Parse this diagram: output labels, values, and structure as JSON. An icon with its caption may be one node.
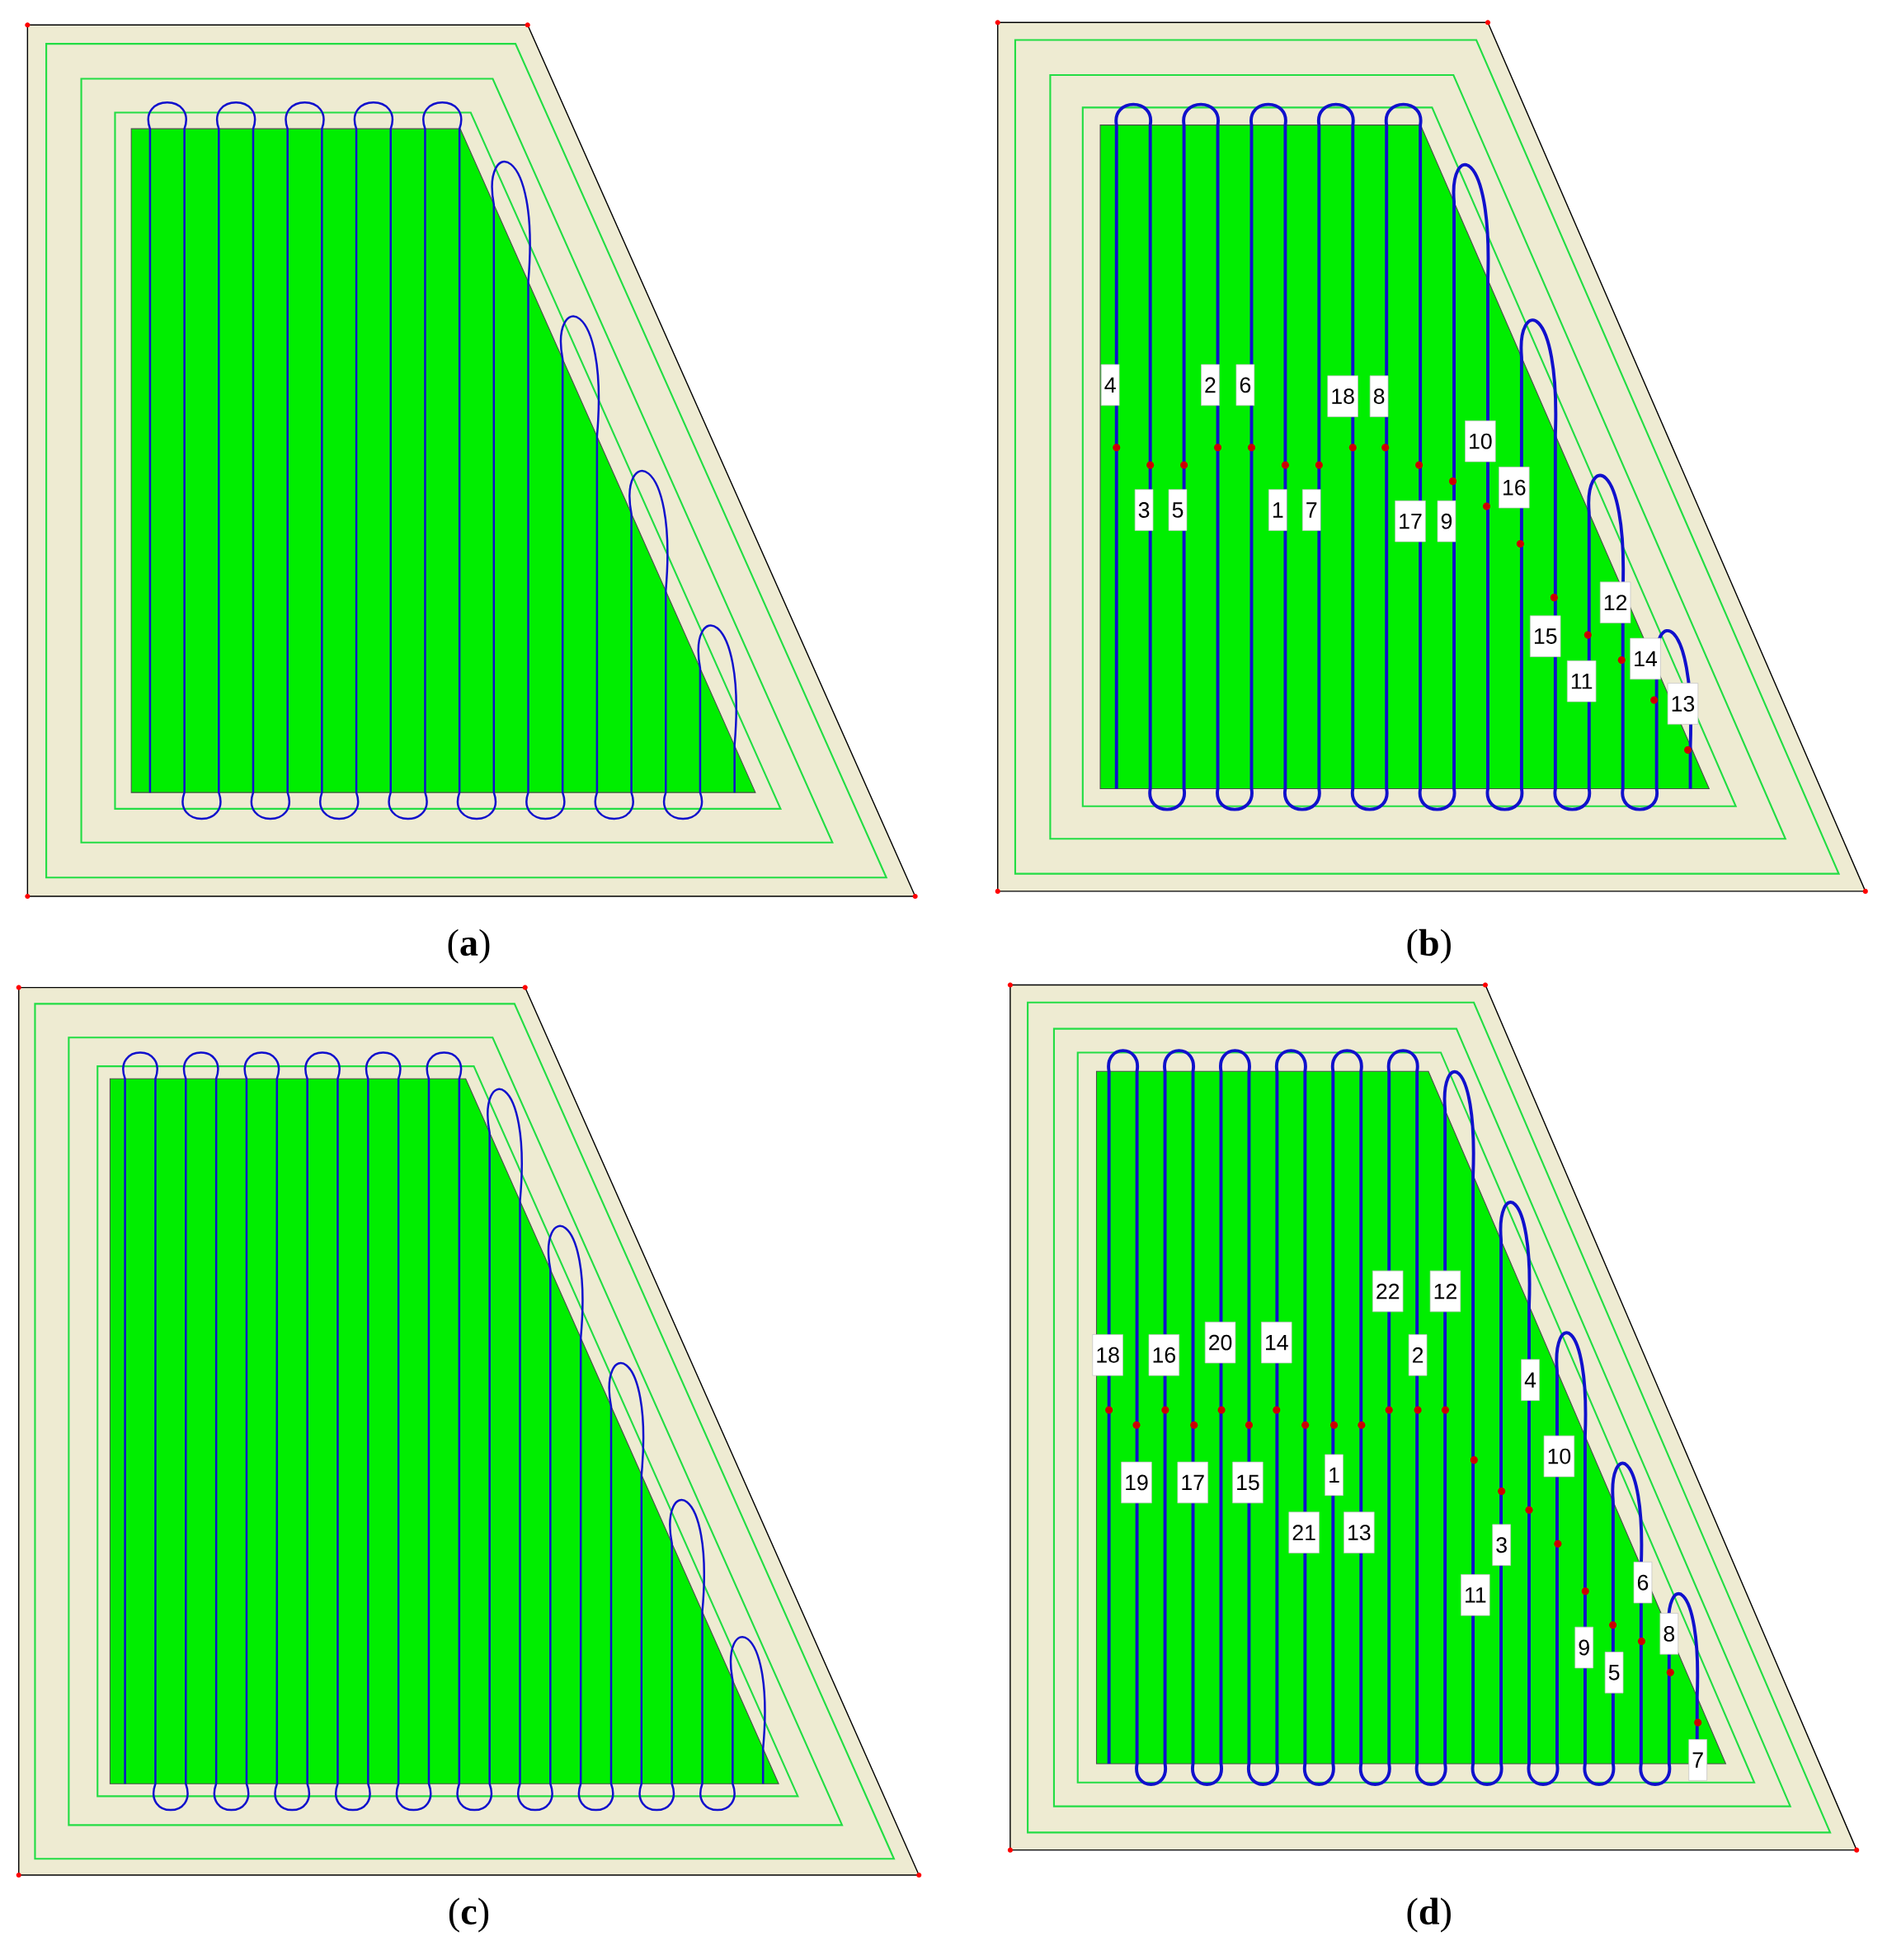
{
  "diagram": {
    "nodes": [
      {
        "text": [
          "4"
        ]
      },
      {
        "text": [
          "2"
        ]
      },
      {
        "text": [
          "6"
        ]
      },
      {
        "text": [
          "18"
        ]
      },
      {
        "text": [
          "8"
        ]
      },
      {
        "text": [
          "10"
        ]
      },
      {
        "text": [
          "16"
        ]
      },
      {
        "text": [
          "3"
        ]
      },
      {
        "text": [
          "5"
        ]
      },
      {
        "text": [
          "1"
        ]
      },
      {
        "text": [
          "7"
        ]
      },
      {
        "text": [
          "17"
        ]
      },
      {
        "text": [
          "9"
        ]
      },
      {
        "text": [
          "12"
        ]
      },
      {
        "text": [
          "15"
        ]
      },
      {
        "text": [
          "14"
        ]
      },
      {
        "text": [
          "11"
        ]
      },
      {
        "text": [
          "13"
        ]
      },
      {
        "text": [
          "22"
        ]
      },
      {
        "text": [
          "12"
        ]
      },
      {
        "text": [
          "18"
        ]
      },
      {
        "text": [
          "16"
        ]
      },
      {
        "text": [
          "20"
        ]
      },
      {
        "text": [
          "14"
        ]
      },
      {
        "text": [
          "2"
        ]
      },
      {
        "text": [
          "4"
        ]
      },
      {
        "text": [
          "10"
        ]
      },
      {
        "text": [
          "19"
        ]
      },
      {
        "text": [
          "17"
        ]
      },
      {
        "text": [
          "15"
        ]
      },
      {
        "text": [
          "1"
        ]
      },
      {
        "text": [
          "21"
        ]
      },
      {
        "text": [
          "13"
        ]
      },
      {
        "text": [
          "3"
        ]
      },
      {
        "text": [
          "11"
        ]
      },
      {
        "text": [
          "6"
        ]
      },
      {
        "text": [
          "8"
        ]
      },
      {
        "text": [
          "9"
        ]
      },
      {
        "text": [
          "5"
        ]
      },
      {
        "text": [
          "7"
        ]
      }
    ],
    "labels": [
      "(**a**)",
      "(**b**)",
      "(**c**)",
      "(**d**)"
    ]
  }
}
